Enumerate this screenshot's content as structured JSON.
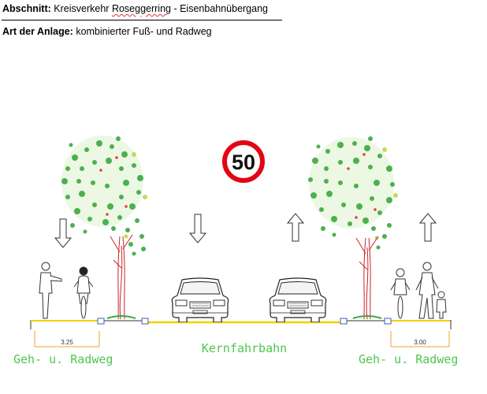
{
  "header": {
    "abschnitt_label": "Abschnitt:",
    "abschnitt_value_pre": "Kreisverkehr ",
    "abschnitt_road": "Roseggerring",
    "abschnitt_value_post": " - Eisenbahnübergang",
    "anlage_label": "Art der Anlage:",
    "anlage_value": "kombinierter Fuß- und Radweg"
  },
  "sign": {
    "speed_limit": "50",
    "ring_color": "#e30613"
  },
  "dimensions": {
    "left_width": "3.25",
    "right_width": "3.00",
    "dim_color": "#f0a030"
  },
  "labels": {
    "left_path": "Geh- u. Radweg",
    "carriageway": "Kernfahrbahn",
    "right_path": "Geh- u. Radweg"
  },
  "icons": [
    "down-arrow-icon",
    "up-arrow-icon",
    "tree-icon",
    "car-icon",
    "cyclist-icon",
    "pedestrian-icon",
    "speed-limit-sign-icon"
  ],
  "colors": {
    "ground": "#f2d000",
    "label": "#4fc64f",
    "foliage": "#3aa83a"
  }
}
